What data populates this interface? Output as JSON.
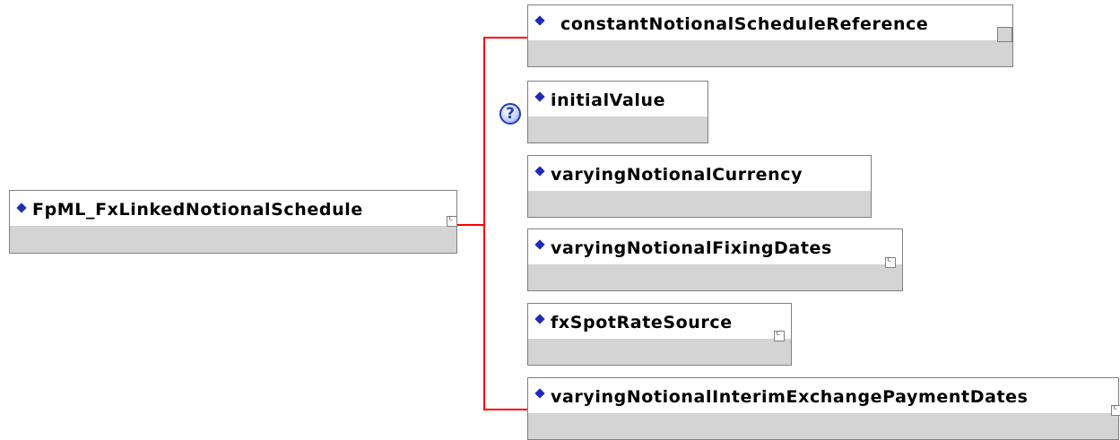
{
  "root": {
    "label": "FpML_FxLinkedNotionalSchedule"
  },
  "children": [
    {
      "label": "constantNotionalScheduleReference"
    },
    {
      "label": "initialValue"
    },
    {
      "label": "varyingNotionalCurrency"
    },
    {
      "label": "varyingNotionalFixingDates"
    },
    {
      "label": "fxSpotRateSource"
    },
    {
      "label": "varyingNotionalInterimExchangePaymentDates"
    }
  ],
  "help_icon": {
    "glyph": "?"
  },
  "colors": {
    "connector": "#ff0000",
    "node_fill": "#d4d4d4",
    "node_header": "#ffffff",
    "diamond": "#1f2bb8"
  }
}
